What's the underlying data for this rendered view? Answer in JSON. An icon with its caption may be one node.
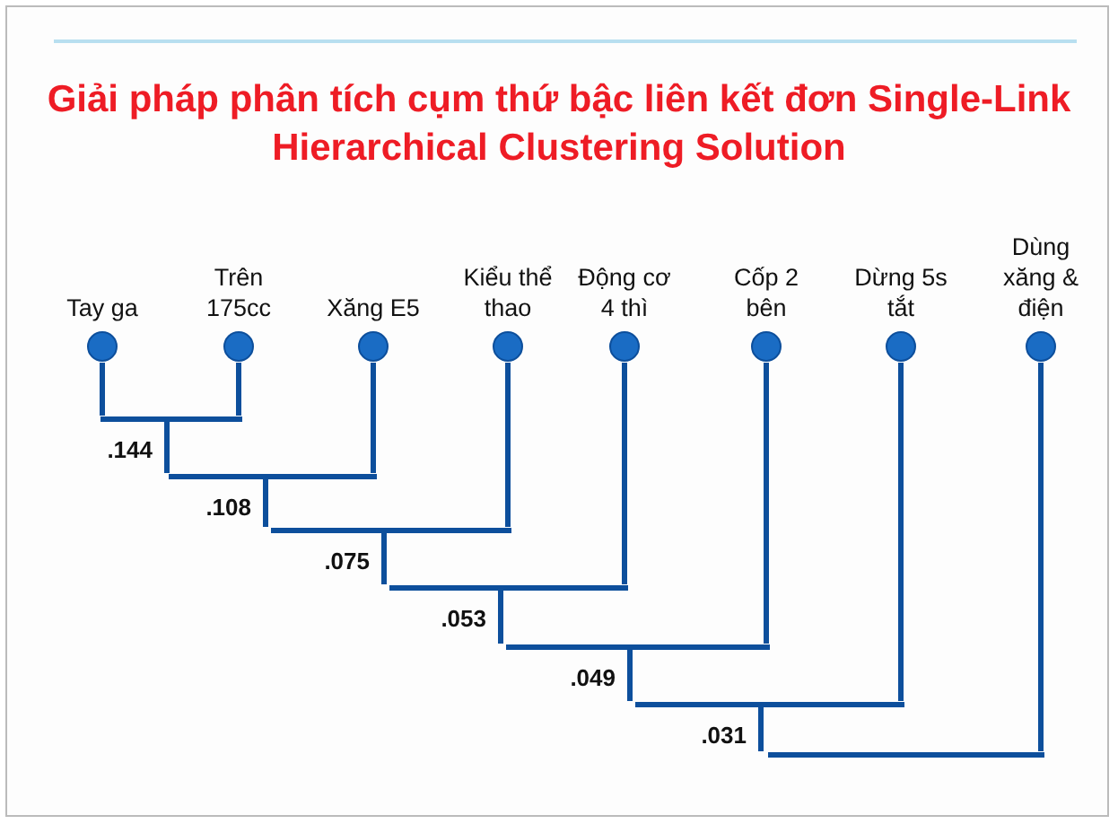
{
  "diagram": {
    "title": "Giải pháp phân tích cụm thứ bậc liên kết đơn Single-Link Hierarchical Clustering Solution",
    "nodes": [
      {
        "text": [
          "Tay ga"
        ]
      },
      {
        "text": [
          "Trên 175cc"
        ]
      },
      {
        "text": [
          "Xăng E5"
        ]
      },
      {
        "text": [
          "Kiểu thể thao"
        ]
      },
      {
        "text": [
          "Động cơ 4 thì"
        ]
      },
      {
        "text": [
          "Cốp 2 bên"
        ]
      },
      {
        "text": [
          "Dừng 5s tắt"
        ]
      },
      {
        "text": [
          "Dùng xăng & điện"
        ]
      },
      {
        "text": [],
        "shape": "bar",
        "beside": [
          ".144"
        ]
      },
      {
        "text": [],
        "shape": "bar",
        "beside": [
          ".108"
        ]
      },
      {
        "text": [],
        "shape": "bar",
        "beside": [
          ".075"
        ]
      },
      {
        "text": [],
        "shape": "bar",
        "beside": [
          ".053"
        ]
      },
      {
        "text": [],
        "shape": "bar",
        "beside": [
          ".049"
        ]
      },
      {
        "text": [],
        "shape": "bar",
        "beside": [
          ".031"
        ]
      },
      {
        "text": [],
        "shape": "bar"
      }
    ],
    "edges": [
      {
        "from": 0,
        "to": 8,
        "arrow": "none"
      },
      {
        "from": 1,
        "to": 8,
        "arrow": "none"
      },
      {
        "from": 8,
        "to": 9,
        "arrow": "none"
      },
      {
        "from": 2,
        "to": 9,
        "arrow": "none"
      },
      {
        "from": 9,
        "to": 10,
        "arrow": "none"
      },
      {
        "from": 3,
        "to": 10,
        "arrow": "none"
      },
      {
        "from": 10,
        "to": 11,
        "arrow": "none"
      },
      {
        "from": 4,
        "to": 11,
        "arrow": "none"
      },
      {
        "from": 11,
        "to": 12,
        "arrow": "none"
      },
      {
        "from": 5,
        "to": 12,
        "arrow": "none"
      },
      {
        "from": 12,
        "to": 13,
        "arrow": "none"
      },
      {
        "from": 6,
        "to": 13,
        "arrow": "none"
      },
      {
        "from": 13,
        "to": 14,
        "arrow": "none"
      },
      {
        "from": 7,
        "to": 14,
        "arrow": "none"
      }
    ]
  }
}
